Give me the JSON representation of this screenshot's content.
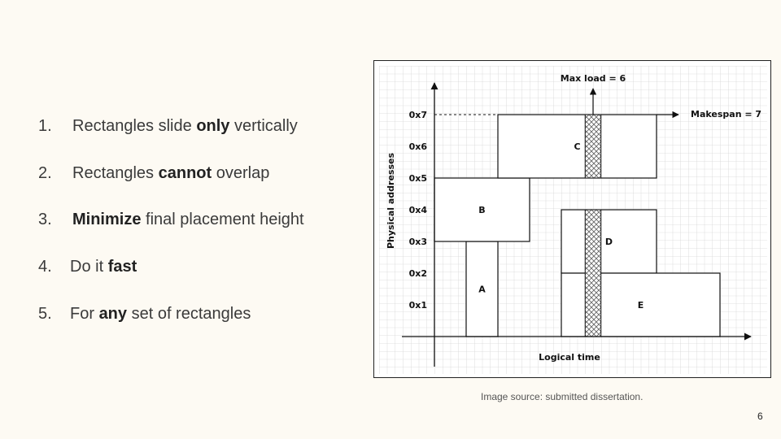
{
  "list": [
    {
      "number": "1.",
      "before": "Rectangles slide ",
      "bold": "only",
      "after": " vertically"
    },
    {
      "number": "2.",
      "before": "Rectangles ",
      "bold": "cannot",
      "after": " overlap"
    },
    {
      "number": "3.",
      "before": "",
      "bold": "Minimize",
      "after": " final placement height"
    },
    {
      "number": "4.",
      "before": "Do it ",
      "bold": "fast",
      "after": ""
    },
    {
      "number": "5.",
      "before": "For ",
      "bold": "any",
      "after": " set of rectangles"
    }
  ],
  "figure": {
    "max_load_label": "Max load = 6",
    "makespan_label": "Makespan = 7",
    "y_axis_label": "Physical addresses",
    "x_axis_label": "Logical time",
    "y_ticks": [
      "0x1",
      "0x2",
      "0x3",
      "0x4",
      "0x5",
      "0x6",
      "0x7"
    ],
    "rectangles": [
      {
        "label": "A",
        "t_start": 1,
        "t_end": 2,
        "addr_start": 0,
        "addr_end": 3
      },
      {
        "label": "B",
        "t_start": 0,
        "t_end": 3,
        "addr_start": 3,
        "addr_end": 5
      },
      {
        "label": "C",
        "t_start": 2,
        "t_end": 7,
        "addr_start": 5,
        "addr_end": 7
      },
      {
        "label": "D",
        "t_start": 4,
        "t_end": 7,
        "addr_start": 2,
        "addr_end": 4
      },
      {
        "label": "E",
        "t_start": 4,
        "t_end": 9,
        "addr_start": 0,
        "addr_end": 2
      }
    ],
    "max_load_time": {
      "t_start": 4.75,
      "t_end": 5.25
    }
  },
  "caption": "Image source: submitted dissertation.",
  "page_number": "6"
}
